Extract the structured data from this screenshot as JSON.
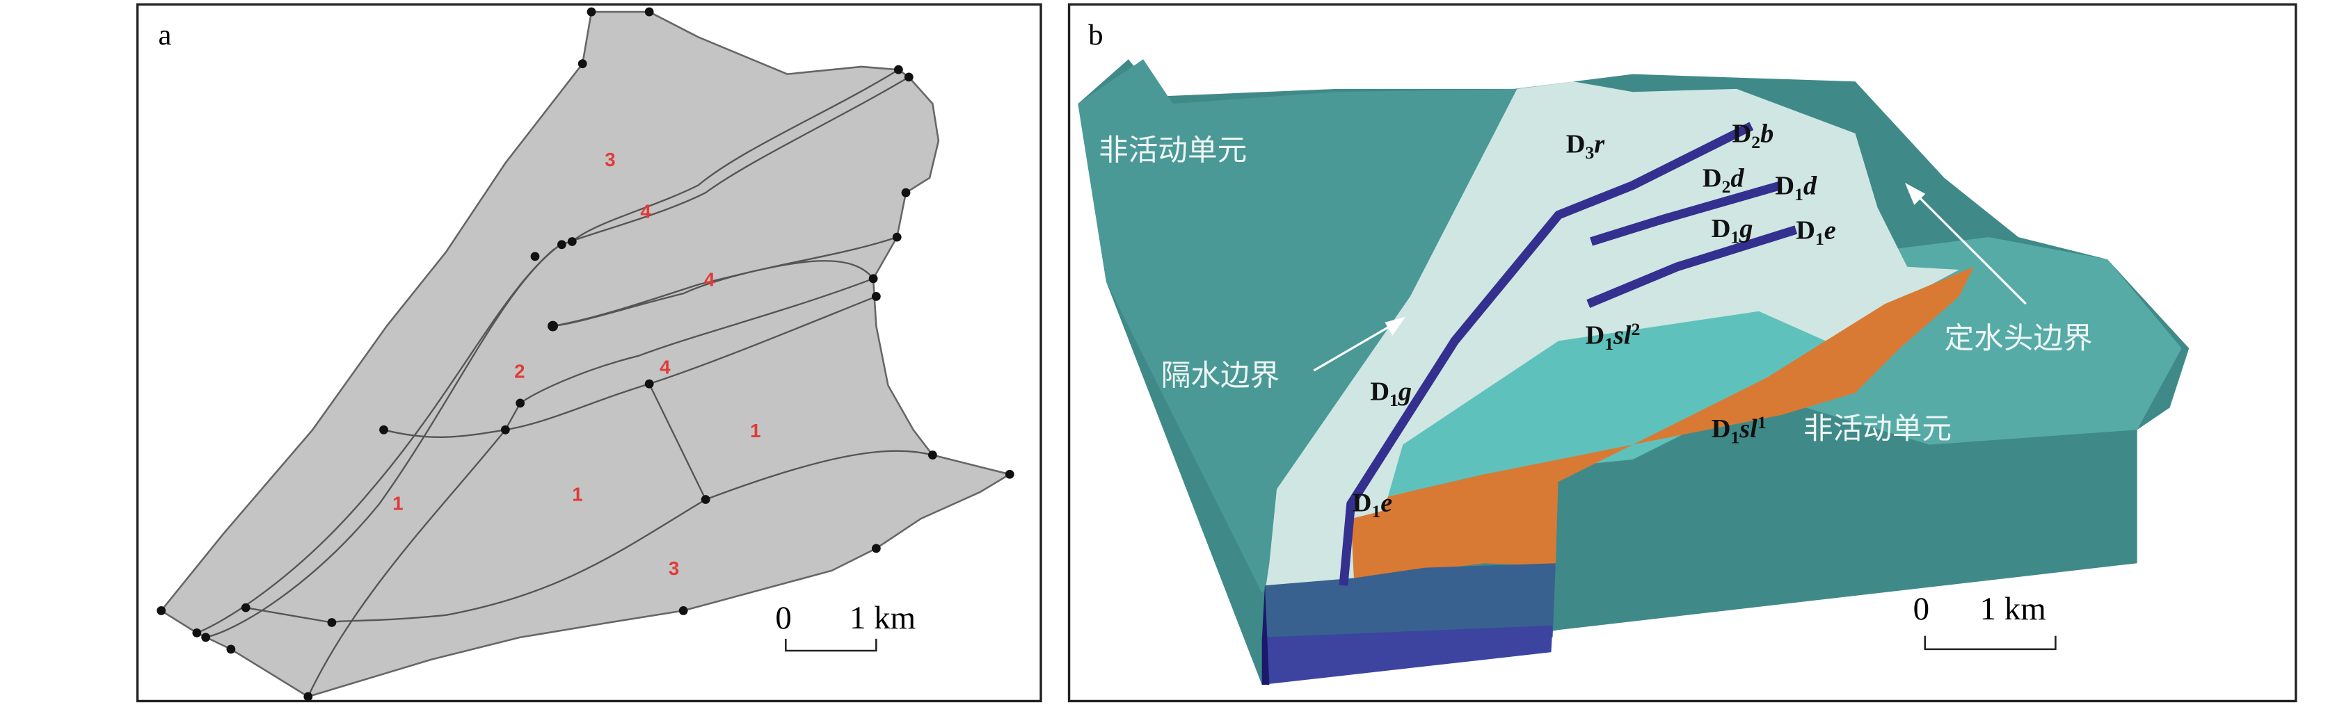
{
  "panel_a": {
    "label": "a",
    "zone_labels": [
      "3",
      "4",
      "4",
      "2",
      "4",
      "1",
      "1",
      "1",
      "3"
    ],
    "scale_bar": {
      "start": "0",
      "end": "1 km"
    }
  },
  "panel_b": {
    "label": "b",
    "inactive_cells_label": "非活动单元",
    "no_flow_boundary_label": "隔水边界",
    "constant_head_boundary_label": "定水头边界",
    "strata": {
      "D3r": {
        "base": "D",
        "sub": "3",
        "it": "r",
        "sup": ""
      },
      "D2b": {
        "base": "D",
        "sub": "2",
        "it": "b",
        "sup": ""
      },
      "D2d": {
        "base": "D",
        "sub": "2",
        "it": "d",
        "sup": ""
      },
      "D1d": {
        "base": "D",
        "sub": "1",
        "it": "d",
        "sup": ""
      },
      "D1g_top": {
        "base": "D",
        "sub": "1",
        "it": "g",
        "sup": ""
      },
      "D1e_top": {
        "base": "D",
        "sub": "1",
        "it": "e",
        "sup": ""
      },
      "D1sl2": {
        "base": "D",
        "sub": "1",
        "it": "sl",
        "sup": "2"
      },
      "D1sl1": {
        "base": "D",
        "sub": "1",
        "it": "sl",
        "sup": "1"
      },
      "D1g_left": {
        "base": "D",
        "sub": "1",
        "it": "g",
        "sup": ""
      },
      "D1e_left": {
        "base": "D",
        "sub": "1",
        "it": "e",
        "sup": ""
      }
    },
    "scale_bar": {
      "start": "0",
      "end": "1 km"
    },
    "colors": {
      "teal": "#3f8a88",
      "light": "#cfe6e2",
      "aqua": "#5fc1bb",
      "orange": "#d97a34",
      "band": "#33308f"
    }
  }
}
